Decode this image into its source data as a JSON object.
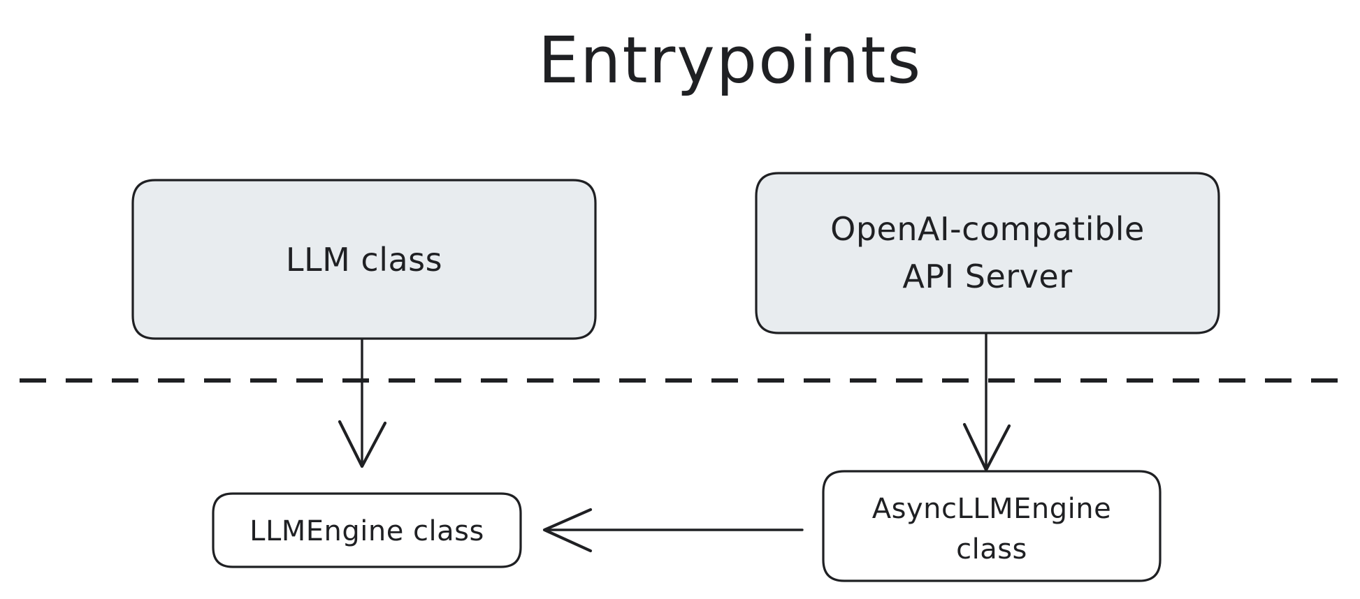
{
  "diagram": {
    "title": "Entrypoints",
    "background_color": "#ffffff",
    "ink_color": "#1f2023",
    "node_fill_highlight": "#e8ecef",
    "node_fill_plain": "#ffffff",
    "nodes": [
      {
        "id": "llm-class",
        "label": "LLM class",
        "lines": [
          "LLM class"
        ],
        "fill": "#e8ecef",
        "shape": "rounded-rectangle"
      },
      {
        "id": "openai-api-server",
        "label": "OpenAI-compatible API Server",
        "lines": [
          "OpenAI-compatible",
          "API Server"
        ],
        "fill": "#e8ecef",
        "shape": "rounded-rectangle"
      },
      {
        "id": "llmengine-class",
        "label": "LLMEngine class",
        "lines": [
          "LLMEngine class"
        ],
        "fill": "#ffffff",
        "shape": "rounded-rectangle"
      },
      {
        "id": "async-llmengine-class",
        "label": "AsyncLLMEngine class",
        "lines": [
          "AsyncLLMEngine",
          "class"
        ],
        "fill": "#ffffff",
        "shape": "rounded-rectangle"
      }
    ],
    "edges": [
      {
        "id": "llm-to-llmengine",
        "from": "llm-class",
        "to": "llmengine-class",
        "style": "solid",
        "arrow": "open-v",
        "direction": "down"
      },
      {
        "id": "apiserver-to-asyncllmengine",
        "from": "openai-api-server",
        "to": "async-llmengine-class",
        "style": "solid",
        "arrow": "open-v",
        "direction": "down"
      },
      {
        "id": "asyncllmengine-to-llmengine",
        "from": "async-llmengine-class",
        "to": "llmengine-class",
        "style": "solid",
        "arrow": "open-v",
        "direction": "left"
      }
    ],
    "divider": {
      "id": "entrypoint-boundary",
      "style": "dashed",
      "orientation": "horizontal"
    }
  }
}
